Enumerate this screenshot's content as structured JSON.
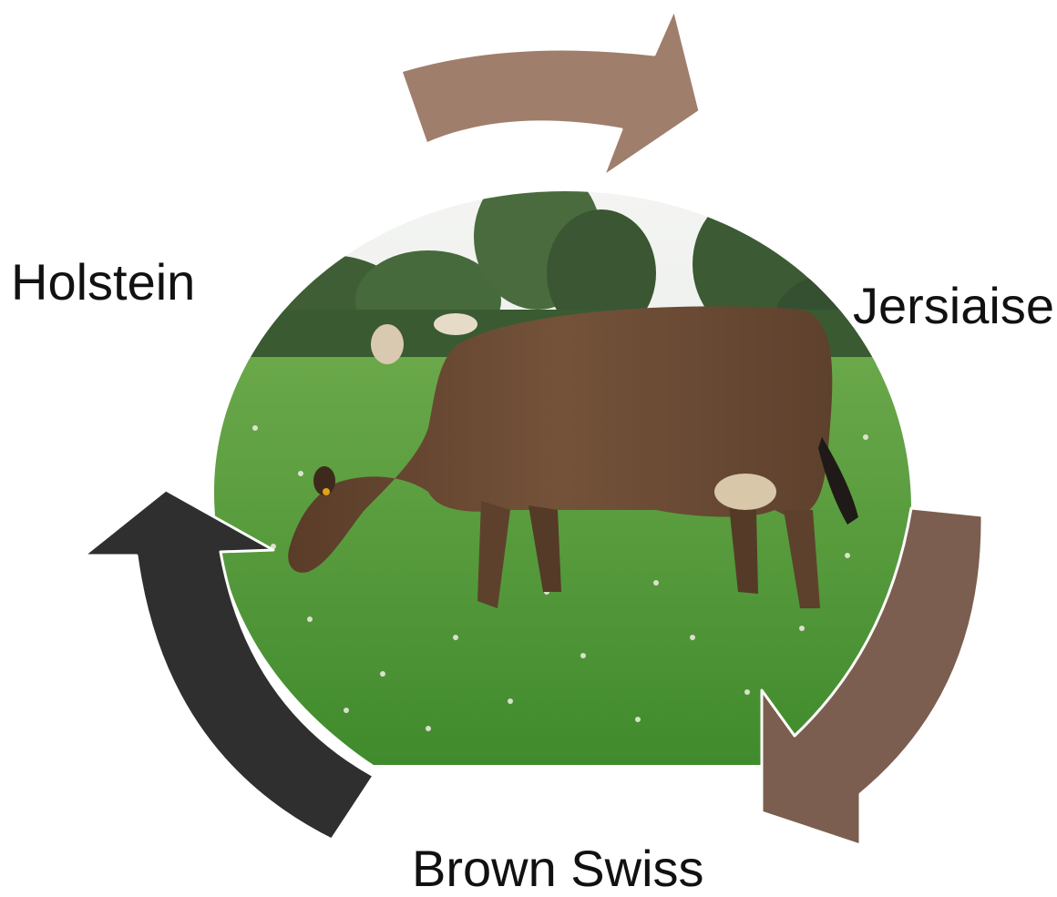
{
  "labels": {
    "holstein": "Holstein",
    "jersiaise": "Jersiaise",
    "brown_swiss": "Brown Swiss"
  },
  "colors": {
    "arrow_top": "#a07e6c",
    "arrow_right": "#7b5e4f",
    "arrow_left": "#2f2f2f",
    "sky": "#e9ecea",
    "trees": "#3f5e36",
    "grass": "#4f9a35",
    "cow": "#6b4a32"
  },
  "photo": {
    "subject": "brown cow grazing in clover pasture"
  }
}
